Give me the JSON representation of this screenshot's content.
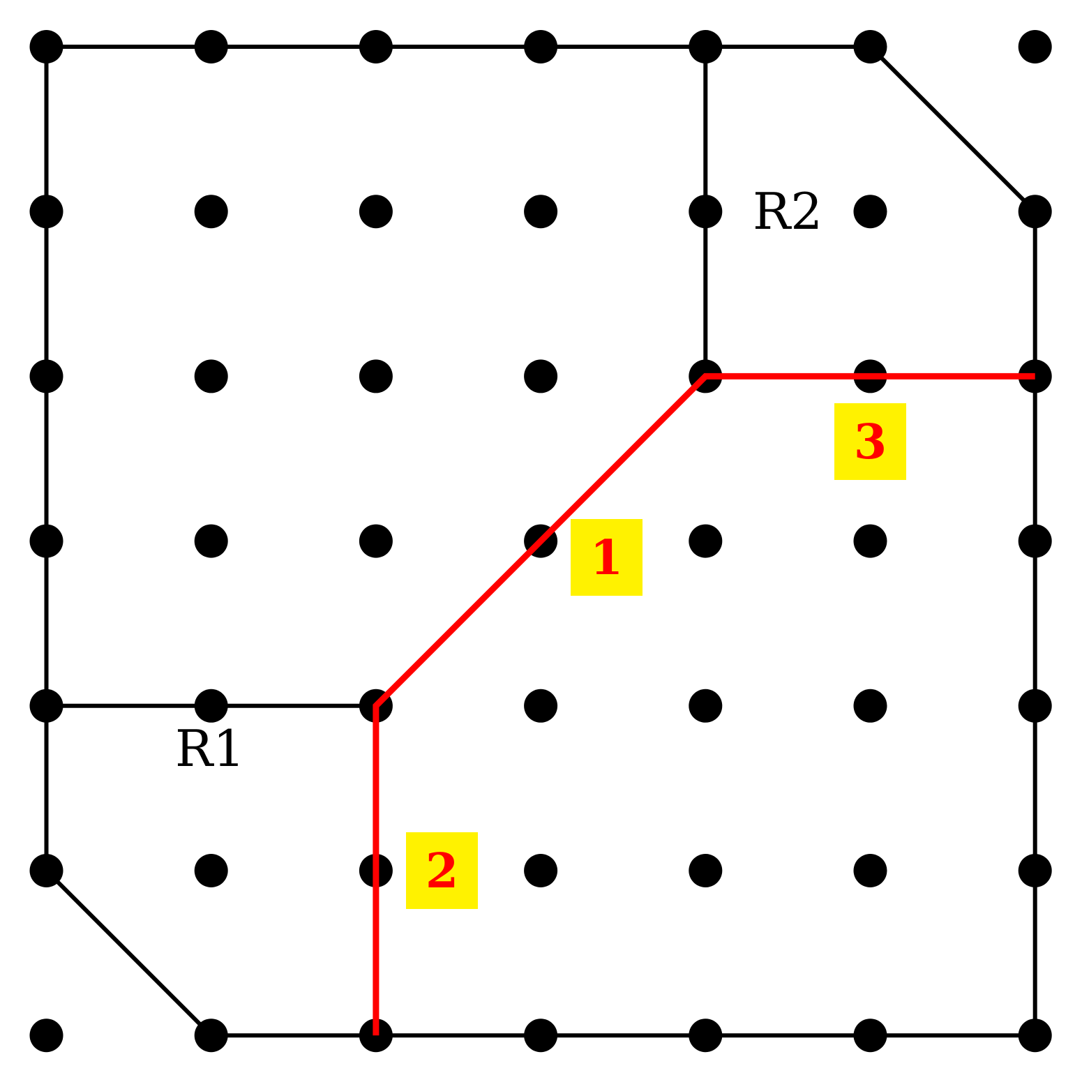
{
  "grid": {
    "columns": 7,
    "rows": 7
  },
  "colors": {
    "background": "#ffffff",
    "dot": "#000000",
    "boundary": "#000000",
    "cut_path": "#ff0000",
    "label_box": "#fff200",
    "label_text": "#ff0000"
  },
  "regions": [
    {
      "label": "R1"
    },
    {
      "label": "R2"
    }
  ],
  "segments": [
    {
      "label": "1"
    },
    {
      "label": "2"
    },
    {
      "label": "3"
    }
  ],
  "outer_boundary": [
    [
      0,
      0
    ],
    [
      5,
      0
    ],
    [
      6,
      1
    ],
    [
      6,
      6
    ],
    [
      1,
      6
    ],
    [
      0,
      5
    ],
    [
      0,
      0
    ]
  ],
  "inner_boundaries": [
    [
      [
        0,
        4
      ],
      [
        2,
        4
      ]
    ],
    [
      [
        4,
        0
      ],
      [
        4,
        2
      ]
    ]
  ],
  "cut_path": [
    [
      2,
      6
    ],
    [
      2,
      4
    ],
    [
      4,
      2
    ],
    [
      6,
      2
    ]
  ]
}
